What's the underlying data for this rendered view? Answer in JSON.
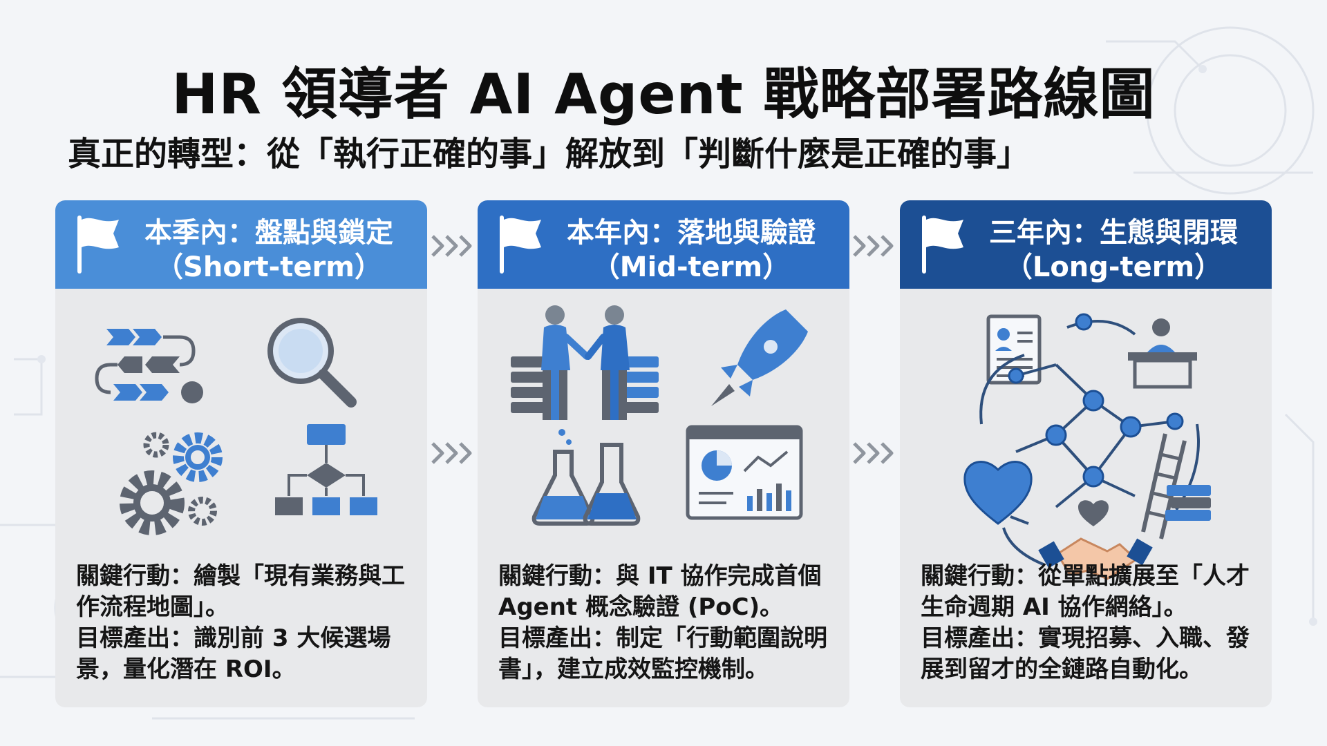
{
  "title": "HR 領導者 AI Agent 戰略部署路線圖",
  "subtitle": "真正的轉型：從「執行正確的事」解放到「判斷什麼是正確的事」",
  "colors": {
    "card1_header": "#4a8ed8",
    "card2_header": "#2e6fc4",
    "card3_header": "#1c4f94",
    "icon_blue": "#3e7fd0",
    "icon_gray": "#5d6470"
  },
  "stages": [
    {
      "heading": "本季內：盤點與鎖定",
      "term": "（Short-term）",
      "action": "關鍵行動：繪製「現有業務與工作流程地圖」。",
      "output": "目標產出：識別前 3 大候選場景，量化潛在 ROI。",
      "icons": [
        "process-arrows-icon",
        "magnifier-icon",
        "gears-icon",
        "flowchart-icon"
      ]
    },
    {
      "heading": "本年內：落地與驗證",
      "term": "（Mid-term）",
      "action": "關鍵行動：與 IT 協作完成首個 Agent 概念驗證 (PoC)。",
      "output": "目標產出：制定「行動範圍說明書」，建立成效監控機制。",
      "icons": [
        "handshake-people-icon",
        "rocket-icon",
        "lab-flask-icon",
        "dashboard-icon"
      ]
    },
    {
      "heading": "三年內：生態與閉環",
      "term": "（Long-term）",
      "action": "關鍵行動：從單點擴展至「人才生命週期 AI 協作網絡」。",
      "output": "目標產出：實現招募、入職、發展到留才的全鏈路自動化。",
      "icons": [
        "resume-icon",
        "interviewer-icon",
        "network-icon",
        "heart-icon",
        "ladder-books-icon",
        "handshake-icon"
      ]
    }
  ]
}
